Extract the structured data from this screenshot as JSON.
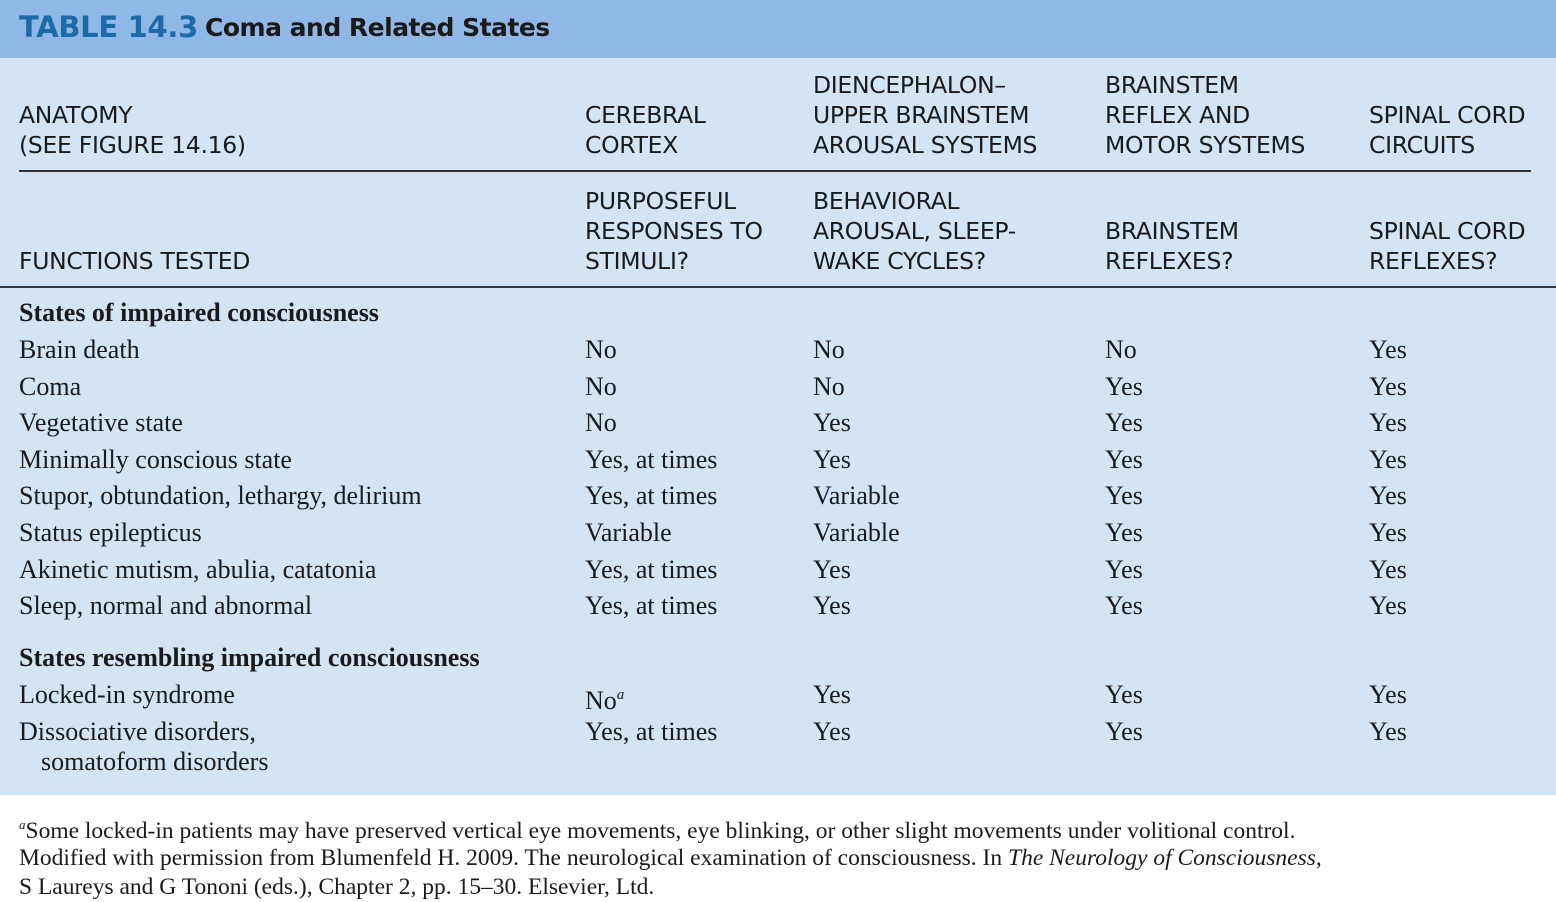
{
  "title": {
    "number": "TABLE 14.3",
    "text": "Coma and Related States"
  },
  "header": {
    "anatomy_label": [
      "ANATOMY",
      "(SEE FIGURE 14.16)"
    ],
    "anatomy_cols": [
      [
        "CEREBRAL",
        "CORTEX"
      ],
      [
        "DIENCEPHALON–",
        "UPPER BRAINSTEM",
        "AROUSAL SYSTEMS"
      ],
      [
        "BRAINSTEM",
        "REFLEX AND",
        "MOTOR SYSTEMS"
      ],
      [
        "SPINAL CORD",
        "CIRCUITS"
      ]
    ],
    "functions_label": "FUNCTIONS TESTED",
    "function_cols": [
      [
        "PURPOSEFUL",
        "RESPONSES TO",
        "STIMULI?"
      ],
      [
        "BEHAVIORAL",
        "AROUSAL, SLEEP-",
        "WAKE CYCLES?"
      ],
      [
        "BRAINSTEM",
        "REFLEXES?"
      ],
      [
        "SPINAL CORD",
        "REFLEXES?"
      ]
    ]
  },
  "sections": [
    {
      "title": "States of impaired consciousness",
      "rows": [
        {
          "label": "Brain death",
          "values": [
            "No",
            "No",
            "No",
            "Yes"
          ]
        },
        {
          "label": "Coma",
          "values": [
            "No",
            "No",
            "Yes",
            "Yes"
          ]
        },
        {
          "label": "Vegetative state",
          "values": [
            "No",
            "Yes",
            "Yes",
            "Yes"
          ]
        },
        {
          "label": "Minimally conscious state",
          "values": [
            "Yes, at times",
            "Yes",
            "Yes",
            "Yes"
          ]
        },
        {
          "label": "Stupor, obtundation, lethargy, delirium",
          "values": [
            "Yes, at times",
            "Variable",
            "Yes",
            "Yes"
          ]
        },
        {
          "label": "Status epilepticus",
          "values": [
            "Variable",
            "Variable",
            "Yes",
            "Yes"
          ]
        },
        {
          "label": "Akinetic mutism, abulia, catatonia",
          "values": [
            "Yes, at times",
            "Yes",
            "Yes",
            "Yes"
          ]
        },
        {
          "label": "Sleep, normal and abnormal",
          "values": [
            "Yes, at times",
            "Yes",
            "Yes",
            "Yes"
          ]
        }
      ]
    },
    {
      "title": "States resembling impaired consciousness",
      "rows": [
        {
          "label": "Locked-in syndrome",
          "values": [
            "No",
            "Yes",
            "Yes",
            "Yes"
          ],
          "footnote_marker": "a"
        },
        {
          "label": "Dissociative disorders,",
          "label_cont": "somatoform disorders",
          "values": [
            "Yes, at times",
            "Yes",
            "Yes",
            "Yes"
          ]
        }
      ]
    }
  ],
  "footnotes": {
    "a_marker": "a",
    "a_text": "Some locked-in patients may have preserved vertical eye movements, eye blinking, or other slight movements under volitional control.",
    "source_1": "Modified with permission from Blumenfeld H. 2009. The neurological examination of consciousness. In ",
    "source_book": "The Neurology of Consciousness",
    "source_1_end": ",",
    "source_2": "S Laureys and G Tononi (eds.), Chapter 2, pp. 15–30. Elsevier, Ltd."
  },
  "colors": {
    "title_bar": "#8fb8e6",
    "title_number": "#1d6aa8",
    "table_background": "#d3e4f5"
  }
}
